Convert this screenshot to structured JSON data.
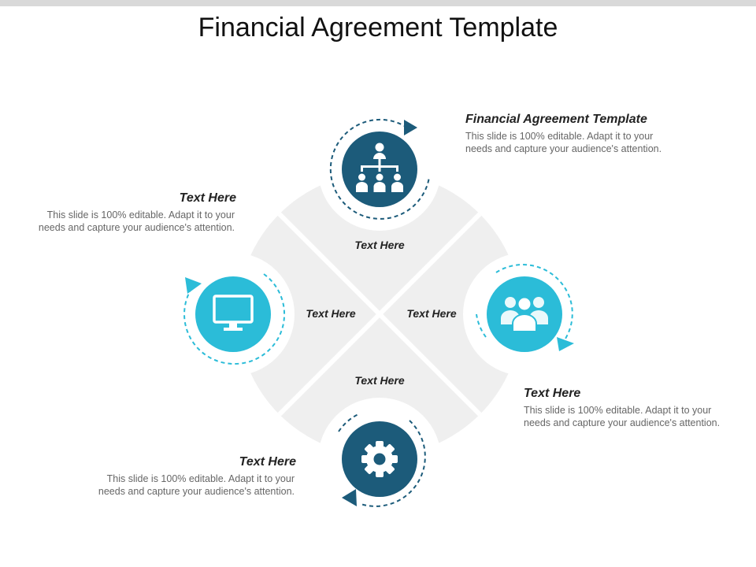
{
  "title": "Financial Agreement Template",
  "colors": {
    "dark_teal": "#1c5b7a",
    "light_blue": "#2bbcd8",
    "segment_fill": "#efefef"
  },
  "segments": {
    "top": "Text Here",
    "left": "Text Here",
    "right": "Text Here",
    "bottom": "Text Here"
  },
  "blocks": {
    "top_right": {
      "heading": "Financial Agreement Template",
      "body": "This slide is 100% editable. Adapt it to your needs and capture your audience's attention."
    },
    "top_left": {
      "heading": "Text Here",
      "body": "This slide is 100% editable. Adapt it to your needs and capture your audience's attention."
    },
    "bottom_right": {
      "heading": "Text Here",
      "body": "This slide is 100% editable. Adapt it to your needs and capture your audience's attention."
    },
    "bottom_left": {
      "heading": "Text Here",
      "body": "This slide is 100% editable. Adapt it to your needs and capture your audience's attention."
    }
  },
  "icons": {
    "top": "org-chart-icon",
    "left": "monitor-icon",
    "right": "group-icon",
    "bottom": "gear-icon"
  }
}
